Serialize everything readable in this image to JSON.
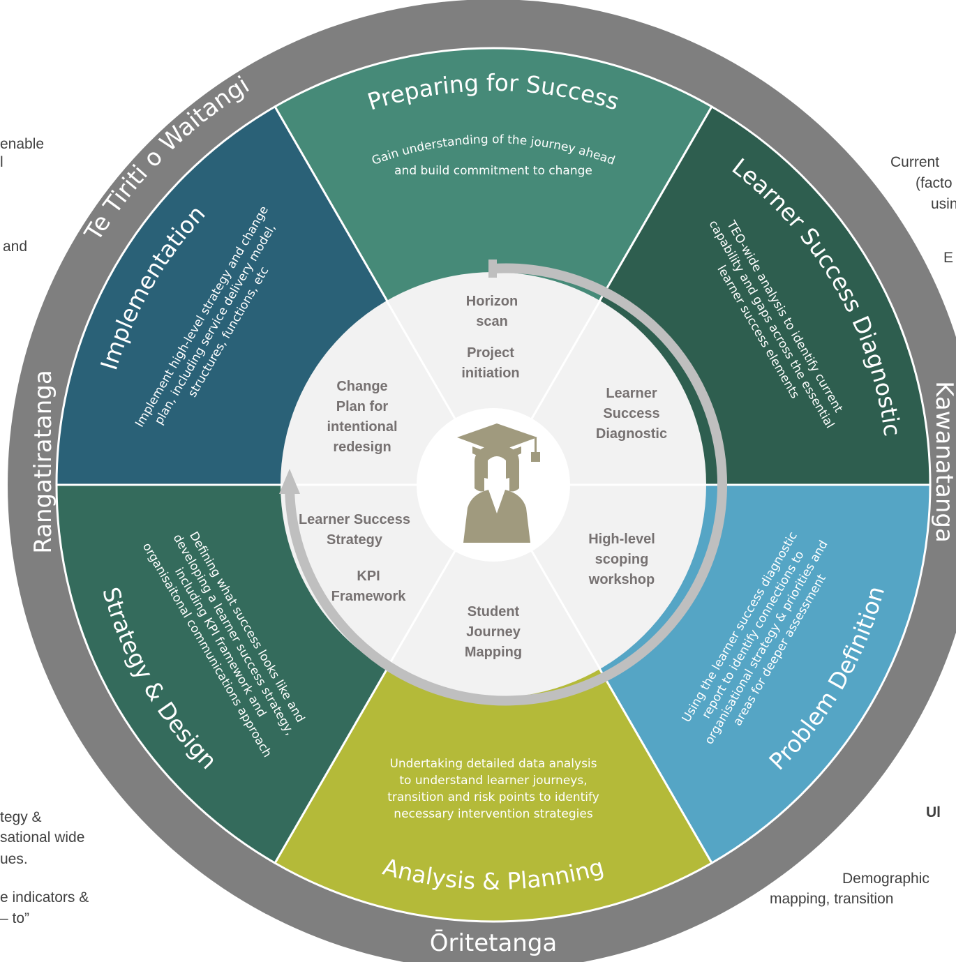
{
  "ring_labels": {
    "top": "Te Tiriti o Waitangi",
    "left": "Rangatiratanga",
    "right": "Kawanatanga",
    "bottom": "Ōritetanga"
  },
  "segments": {
    "preparing": {
      "title": "Preparing for Success",
      "desc_1": "Gain understanding of the journey ahead",
      "desc_2": "and build commitment to change",
      "color": "#468A78"
    },
    "diagnostic": {
      "title": "Learner Success Diagnostic",
      "desc_1": "TEO-wide analysis to identify current",
      "desc_2": "capability and gaps across the essential",
      "desc_3": "learner success elements",
      "color": "#2E5E4F"
    },
    "problem": {
      "title": "Problem Definition",
      "desc_1": "Using the learner success diagnostic",
      "desc_2": "report to identify connections to",
      "desc_3": "organisational strategy & priorities and",
      "desc_4": "areas for deeper assessment",
      "color": "#55A5C5"
    },
    "analysis": {
      "title": "Analysis & Planning",
      "desc_1": "Undertaking detailed data analysis",
      "desc_2": "to understand learner journeys,",
      "desc_3": "transition and risk points to identify",
      "desc_4": "necessary intervention strategies",
      "color": "#B4BA39"
    },
    "strategy": {
      "title": "Strategy & Design",
      "desc_1": "Defining what success looks like and",
      "desc_2": "developing a learner success strategy,",
      "desc_3": "including KPI framework and",
      "desc_4": "organisaitonal communications approach",
      "color": "#346B5C"
    },
    "implementation": {
      "title": "Implementation",
      "desc_1": "Implement high-level strategy and change",
      "desc_2": "plan, including service delivery model,",
      "desc_3": "structures, functions, etc",
      "color": "#2A6177"
    }
  },
  "inner": {
    "horizon_1": "Horizon",
    "horizon_2": "scan",
    "project_1": "Project",
    "project_2": "initiation",
    "lsd_1": "Learner",
    "lsd_2": "Success",
    "lsd_3": "Diagnostic",
    "hls_1": "High-level",
    "hls_2": "scoping",
    "hls_3": "workshop",
    "sjm_1": "Student",
    "sjm_2": "Journey",
    "sjm_3": "Mapping",
    "lss_1": "Learner Success",
    "lss_2": "Strategy",
    "kpi_1": "KPI",
    "kpi_2": "Framework",
    "cp_1": "Change",
    "cp_2": "Plan for",
    "cp_3": "intentional",
    "cp_4": "redesign"
  },
  "colors": {
    "outer_ring": "#7F7F7F",
    "inner_fill": "#F2F2F2",
    "arrow": "#BFBFBF",
    "graduate_icon": "#A09A7E"
  },
  "icon": "graduate-icon",
  "side_left": {
    "l1": "enable",
    "l2": "l",
    "l3": "and",
    "l4": "tegy &",
    "l5": "sational wide",
    "l6": "ues.",
    "l7": "e indicators &",
    "l8": "– to”"
  },
  "side_right": {
    "r1": "Current",
    "r2": "(facto",
    "r3": "usin",
    "r4": "E",
    "r5": "Ul",
    "r6": "Demographic",
    "r7": "mapping, transition"
  }
}
